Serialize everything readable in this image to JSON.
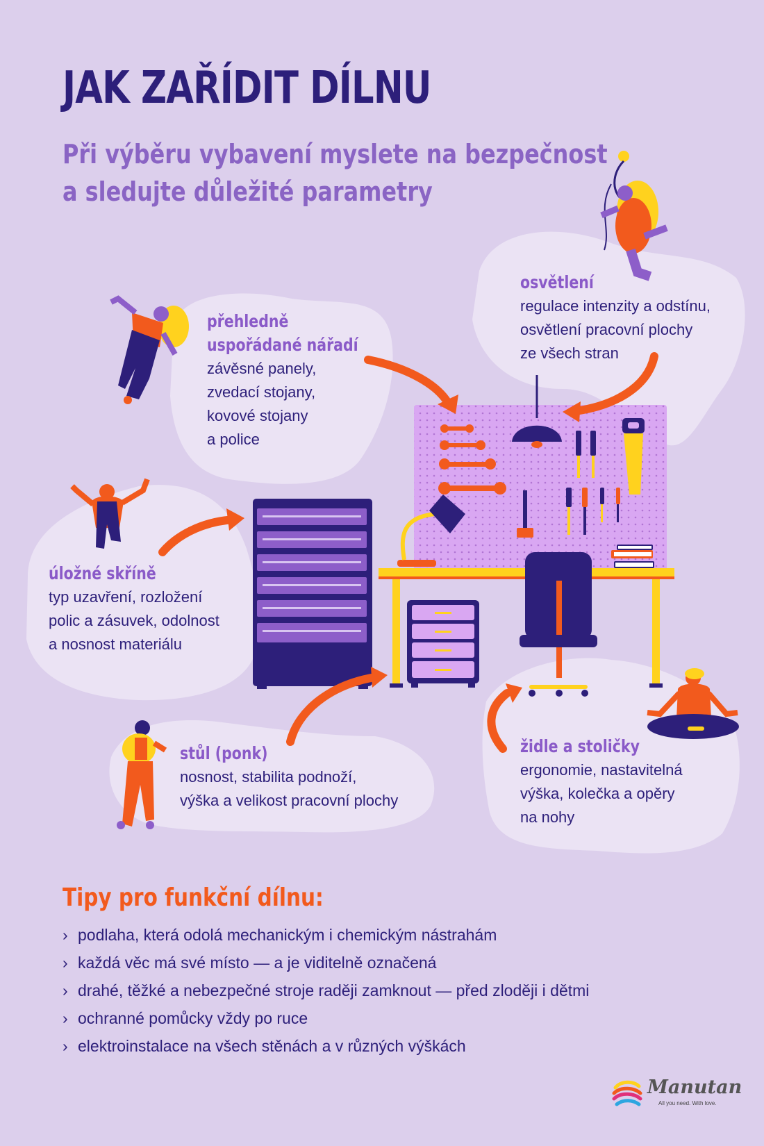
{
  "title": "JAK ZAŘÍDIT DÍLNU",
  "subtitle": {
    "line1": "Při výběru vybavení myslete na bezpečnost",
    "line2": "a sledujte důležité parametry"
  },
  "callouts": {
    "tools": {
      "head1": "přehledně",
      "head2": "uspořádané nářadí",
      "lines": [
        "závěsné panely,",
        "zvedací stojany,",
        "kovové stojany",
        "a police"
      ]
    },
    "lighting": {
      "head1": "osvětlení",
      "lines": [
        "regulace intenzity a odstínu,",
        "osvětlení pracovní plochy",
        "ze všech stran"
      ]
    },
    "cabinets": {
      "head1": "úložné skříně",
      "lines": [
        "typ uzavření, rozložení",
        "polic a zásuvek, odolnost",
        "a nosnost materiálu"
      ]
    },
    "table": {
      "head1": "stůl (ponk)",
      "lines": [
        "nosnost, stabilita podnoží,",
        "výška a velikost pracovní plochy"
      ]
    },
    "chairs": {
      "head1": "židle a stoličky",
      "lines": [
        "ergonomie, nastavitelná",
        "výška, kolečka a opěry",
        "na nohy"
      ]
    }
  },
  "tips": {
    "title": "Tipy pro funkční dílnu:",
    "bullet": "›",
    "items": [
      "podlaha, která odolá mechanickým i chemickým nástrahám",
      "každá věc má své místo — a je viditelně označená",
      "drahé, těžké a nebezpečné stroje raději zamknout — před zloději i dětmi",
      "ochranné pomůcky vždy po ruce",
      "elektroinstalace na všech stěnách a v různých výškách"
    ]
  },
  "logo": {
    "wordmark": "Manutan",
    "tagline": "All you need. With love."
  },
  "colors": {
    "background": "#dccfec",
    "blob": "#ebe3f4",
    "navy": "#2d1f7a",
    "purple": "#8a5ac8",
    "orange": "#f25a1d",
    "yellow": "#ffd21e",
    "pegboard": "#d9a7f2"
  }
}
